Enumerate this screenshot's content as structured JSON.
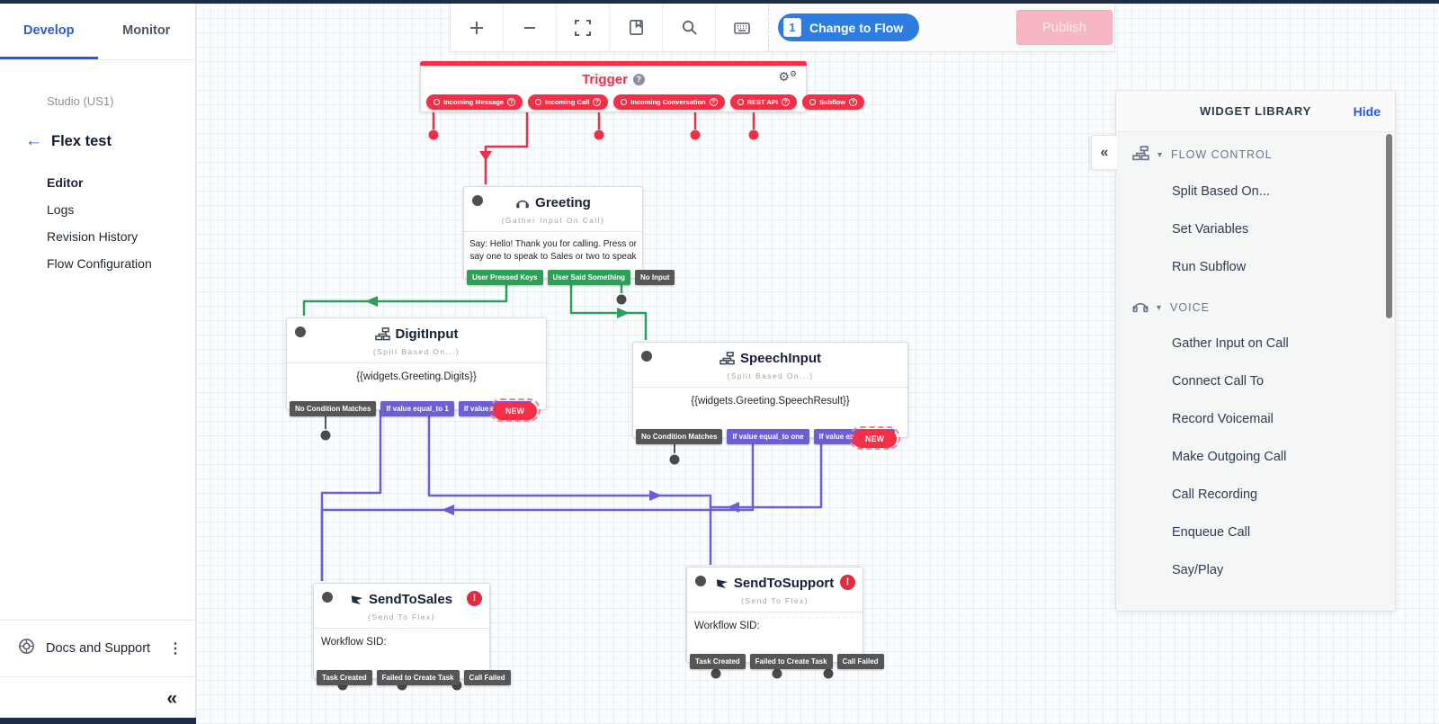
{
  "theme": {
    "red": "#F22F46",
    "green": "#2f9e58",
    "purple": "#6b5fd3",
    "dark_pill": "#565656",
    "blue": "#2d7de1",
    "navy": "#1f2c47",
    "pink": "#f6b7c3",
    "link_blue": "#2457e6"
  },
  "icons": {
    "back": "←",
    "collapse": "«",
    "kebab": "⋮",
    "gear": "⚙",
    "caret": "▾",
    "help": "?",
    "error": "!"
  },
  "topbar": {
    "tools": [
      "zoom-in",
      "zoom-out",
      "fit-view",
      "widget-library",
      "search",
      "keyboard-shortcuts"
    ],
    "change_to_flow": {
      "badge": "1",
      "label": "Change to Flow"
    },
    "publish_label": "Publish"
  },
  "sidebar": {
    "tabs": [
      {
        "label": "Develop"
      },
      {
        "label": "Monitor"
      }
    ],
    "context_label": "Studio (US1)",
    "flow_name": "Flex test",
    "menu": [
      {
        "label": "Editor"
      },
      {
        "label": "Logs"
      },
      {
        "label": "Revision History"
      },
      {
        "label": "Flow Configuration"
      }
    ],
    "docs_label": "Docs and Support"
  },
  "flow": {
    "trigger": {
      "title": "Trigger",
      "transitions": [
        "Incoming Message",
        "Incoming Call",
        "Incoming Conversation",
        "REST API",
        "Subflow"
      ]
    },
    "greeting": {
      "title": "Greeting",
      "type": "(Gather Input On Call)",
      "body": "Say: Hello! Thank you for calling. Press or say one to speak to Sales or two to speak",
      "transitions": [
        "User Pressed Keys",
        "User Said Something",
        "No Input"
      ]
    },
    "digit_input": {
      "title": "DigitInput",
      "type": "(Split Based On...)",
      "body": "{{widgets.Greeting.Digits}}",
      "transitions": [
        "No Condition Matches",
        "If value equal_to 1",
        "If value equal_to 2"
      ],
      "new_label": "NEW"
    },
    "speech_input": {
      "title": "SpeechInput",
      "type": "(Split Based On...)",
      "body": "{{widgets.Greeting.SpeechResult}}",
      "transitions": [
        "No Condition Matches",
        "If value equal_to one",
        "If value equal_to two"
      ],
      "new_label": "NEW"
    },
    "send_to_sales": {
      "title": "SendToSales",
      "type": "(Send To Flex)",
      "body": "Workflow SID:",
      "transitions": [
        "Task Created",
        "Failed to Create Task",
        "Call Failed"
      ]
    },
    "send_to_support": {
      "title": "SendToSupport",
      "type": "(Send To Flex)",
      "body": "Workflow SID:",
      "transitions": [
        "Task Created",
        "Failed to Create Task",
        "Call Failed"
      ]
    }
  },
  "widget_library": {
    "title": "WIDGET LIBRARY",
    "hide_label": "Hide",
    "sections": [
      {
        "name": "FLOW CONTROL",
        "icon": "split-icon",
        "items": [
          "Split Based On...",
          "Set Variables",
          "Run Subflow"
        ]
      },
      {
        "name": "VOICE",
        "icon": "phone-icon",
        "items": [
          "Gather Input on Call",
          "Connect Call To",
          "Record Voicemail",
          "Make Outgoing Call",
          "Call Recording",
          "Enqueue Call",
          "Say/Play"
        ]
      }
    ]
  }
}
